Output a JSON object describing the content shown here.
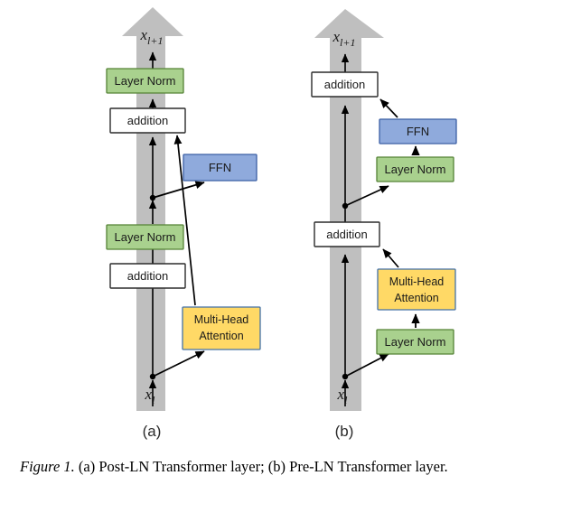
{
  "figure": {
    "caption_title": "Figure 1.",
    "caption_text": " (a) Post-LN Transformer layer; (b) Pre-LN Transformer layer.",
    "colors": {
      "layer_norm_fill": "#a9d18e",
      "layer_norm_stroke": "#548235",
      "ffn_fill": "#8faadc",
      "ffn_stroke": "#3b5fa4",
      "attention_fill": "#ffd966",
      "attention_stroke": "#4472a8",
      "addition_fill": "#ffffff",
      "addition_stroke": "#2b2b2b",
      "residual_stream": "#bfbfbf",
      "arrow": "#000000"
    }
  },
  "panels": [
    {
      "id": "panel-a",
      "label": "(a)",
      "name": "Post-LN Transformer layer",
      "input_label": "x",
      "input_sub": "l",
      "output_label": "x",
      "output_sub": "l+1",
      "blocks": [
        {
          "key": "layer-norm-top",
          "label": "Layer Norm",
          "type": "layer-norm"
        },
        {
          "key": "addition-top",
          "label": "addition",
          "type": "addition"
        },
        {
          "key": "ffn",
          "label": "FFN",
          "type": "ffn"
        },
        {
          "key": "layer-norm-bottom",
          "label": "Layer Norm",
          "type": "layer-norm"
        },
        {
          "key": "addition-bottom",
          "label": "addition",
          "type": "addition"
        },
        {
          "key": "attention",
          "label": "Multi-Head\nAttention",
          "type": "attention",
          "line1": "Multi-Head",
          "line2": "Attention"
        }
      ]
    },
    {
      "id": "panel-b",
      "label": "(b)",
      "name": "Pre-LN Transformer layer",
      "input_label": "x",
      "input_sub": "l",
      "output_label": "x",
      "output_sub": "l+1",
      "blocks": [
        {
          "key": "addition-top",
          "label": "addition",
          "type": "addition"
        },
        {
          "key": "ffn",
          "label": "FFN",
          "type": "ffn"
        },
        {
          "key": "layer-norm-ffn",
          "label": "Layer Norm",
          "type": "layer-norm"
        },
        {
          "key": "addition-bottom",
          "label": "addition",
          "type": "addition"
        },
        {
          "key": "attention",
          "label": "Multi-Head\nAttention",
          "type": "attention",
          "line1": "Multi-Head",
          "line2": "Attention"
        },
        {
          "key": "layer-norm-attn",
          "label": "Layer Norm",
          "type": "layer-norm"
        }
      ]
    }
  ]
}
